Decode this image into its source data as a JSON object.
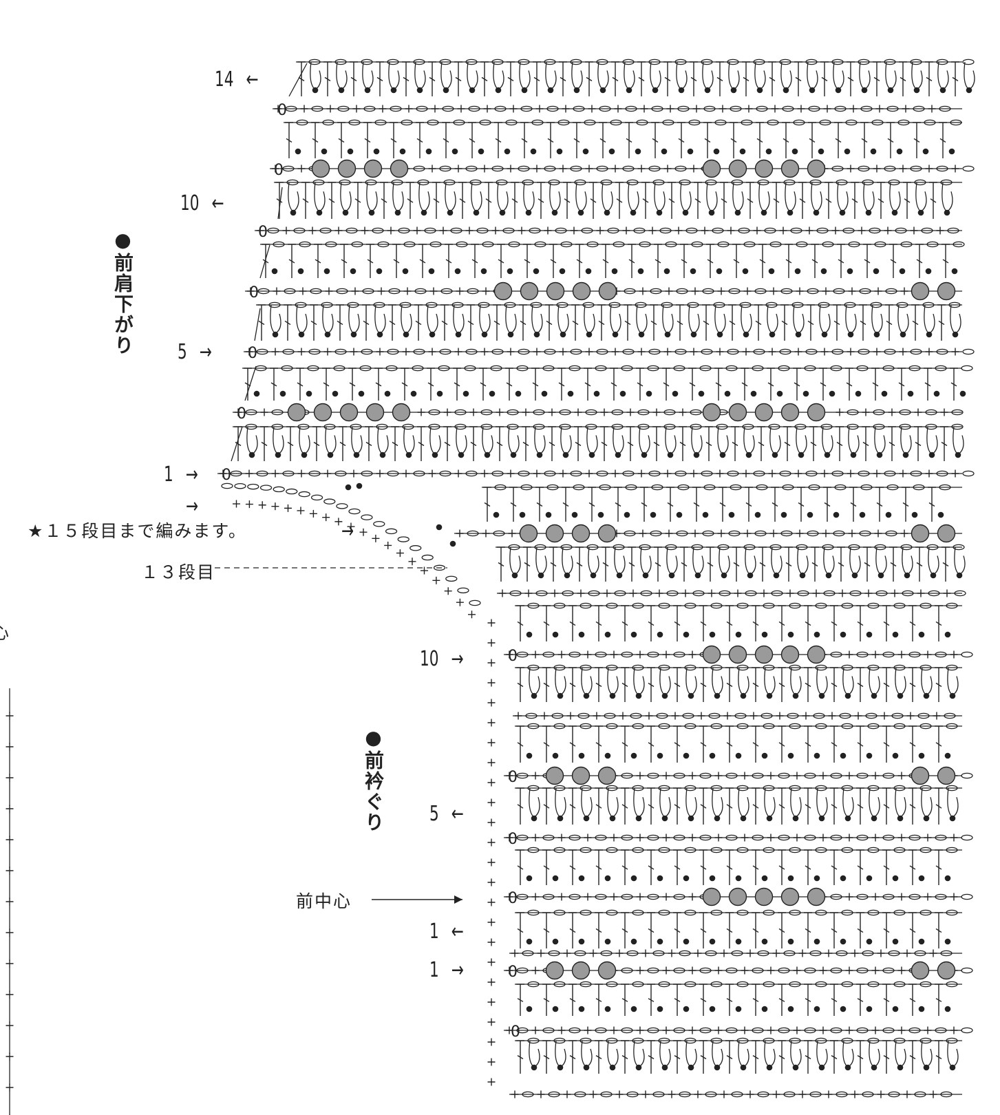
{
  "colors": {
    "ink": "#222222",
    "fill": "#9a9a9a",
    "background": "#ffffff"
  },
  "titles": {
    "shoulder": "●前肩下がり",
    "neckline": "●前衿ぐり"
  },
  "annotations": {
    "star_note": "★１５段目まで編みます。",
    "row13": "１３段目",
    "center_front": "前中心",
    "partial_left": "心"
  },
  "shoulder_rows": [
    {
      "label": "14",
      "arrow": "←"
    },
    {
      "label": "10",
      "arrow": "←"
    },
    {
      "label": "5",
      "arrow": "→"
    },
    {
      "label": "1",
      "arrow": "→"
    }
  ],
  "neck_rows": [
    {
      "label": "10",
      "arrow": "→"
    },
    {
      "label": "5",
      "arrow": "←"
    },
    {
      "label": "1",
      "arrow": "←"
    },
    {
      "label": "1",
      "arrow": "→"
    }
  ],
  "bare_arrows": [
    "→",
    "→"
  ],
  "legend_symbols": [
    "chain-stitch-icon",
    "single-crochet-icon",
    "double-crochet-icon",
    "bobble-stitch-icon",
    "slip-stitch-icon"
  ]
}
